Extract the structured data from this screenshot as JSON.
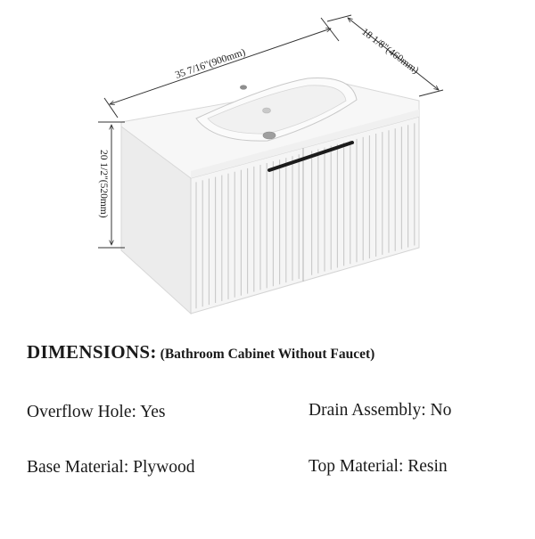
{
  "dimensions": {
    "width": "35 7/16\"(900mm)",
    "depth": "18 1/8\"(460mm)",
    "height": "20 1/2\"(520mm)"
  },
  "heading": {
    "title": "DIMENSIONS:",
    "note": "(Bathroom Cabinet Without Faucet)"
  },
  "specs": {
    "overflow_hole": "Overflow Hole: Yes",
    "drain_assembly": "Drain Assembly: No",
    "base_material": "Base Material: Plywood",
    "top_material": "Top Material: Resin"
  },
  "colors": {
    "cabinet": "#f4f4f4",
    "handle": "#1c1c1c",
    "lines": "#333333"
  }
}
